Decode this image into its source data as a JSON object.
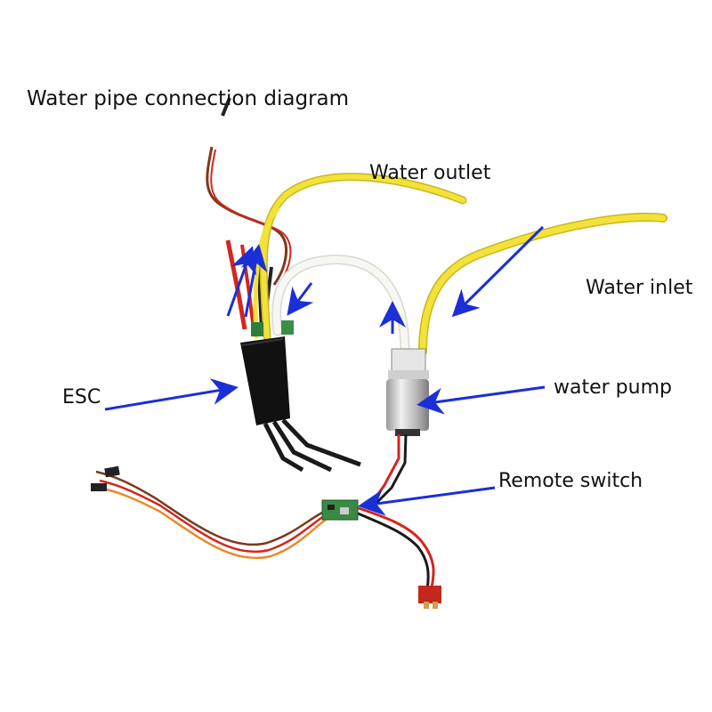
{
  "diagram": {
    "title": "Water pipe connection diagram",
    "labels": {
      "water_outlet": "Water outlet",
      "water_inlet": "Water inlet",
      "esc": "ESC",
      "water_pump": "water pump",
      "remote_switch": "Remote switch"
    }
  },
  "colors": {
    "arrow": "#1a2fd6",
    "yellow_tube": "#f2e23a",
    "white_tube": "#f4f4f0",
    "esc_body": "#111111",
    "pcb_green": "#2f7d3a",
    "wire_red": "#d4261c",
    "wire_brown": "#7a3a1c",
    "wire_orange": "#e88a2a"
  }
}
